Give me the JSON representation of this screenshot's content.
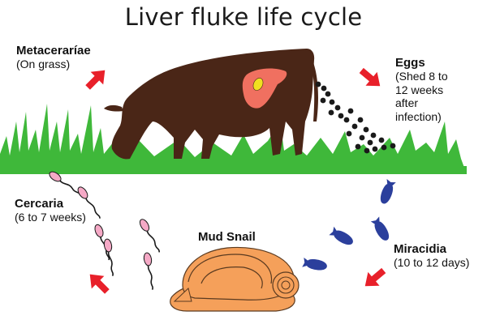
{
  "title": "Liver fluke life cycle",
  "stages": {
    "metacercariae": {
      "name": "Metaceraríae",
      "detail": "(On grass)"
    },
    "eggs": {
      "name": "Eggs",
      "detail_lines": [
        "(Shed 8 to",
        "12 weeks",
        "after",
        "infection)"
      ]
    },
    "cercaria": {
      "name": "Cercaria",
      "detail": "(6 to 7 weeks)"
    },
    "snail": {
      "name": "Mud Snail"
    },
    "miracidia": {
      "name": "Miracidia",
      "detail": "(10 to 12 days)"
    }
  },
  "colors": {
    "cow": "#4a2617",
    "liver": "#f07060",
    "fluke": "#f0e020",
    "grass": "#3fb83a",
    "arrow": "#e8202a",
    "egg": "#1a1a1a",
    "cercaria": "#f5a9c6",
    "miracidia": "#2b3f9c",
    "snail": "#f5a05a"
  },
  "icons": [
    "cow-illustration",
    "liver-shape",
    "grass",
    "egg-dots",
    "cercaria-larvae",
    "miracidia-larvae",
    "snail-illustration",
    "cycle-arrow"
  ]
}
